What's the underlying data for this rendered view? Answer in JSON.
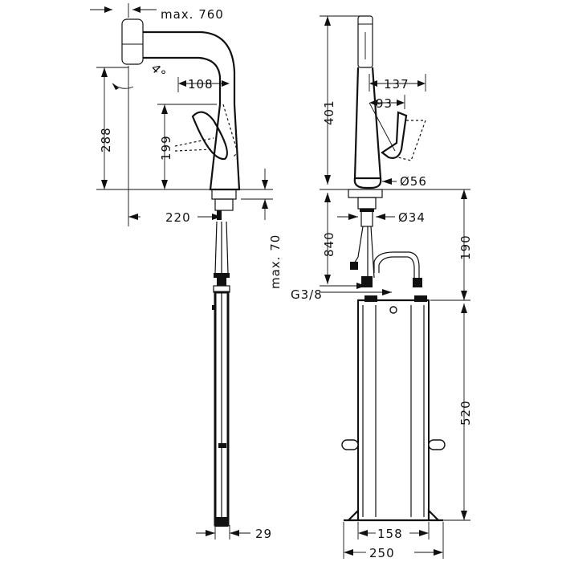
{
  "dimensions": {
    "max_reach": "max. 760",
    "angle": "4°",
    "spout_108": "108",
    "height_288": "288",
    "height_199": "199",
    "base_220": "220",
    "max_70": "max. 70",
    "hose_29": "29",
    "height_401": "401",
    "width_137": "137",
    "width_93": "93",
    "dia_56": "Ø56",
    "dia_34": "Ø34",
    "length_840": "840",
    "height_190": "190",
    "thread": "G3/8",
    "height_520": "520",
    "width_158": "158",
    "width_250": "250"
  }
}
